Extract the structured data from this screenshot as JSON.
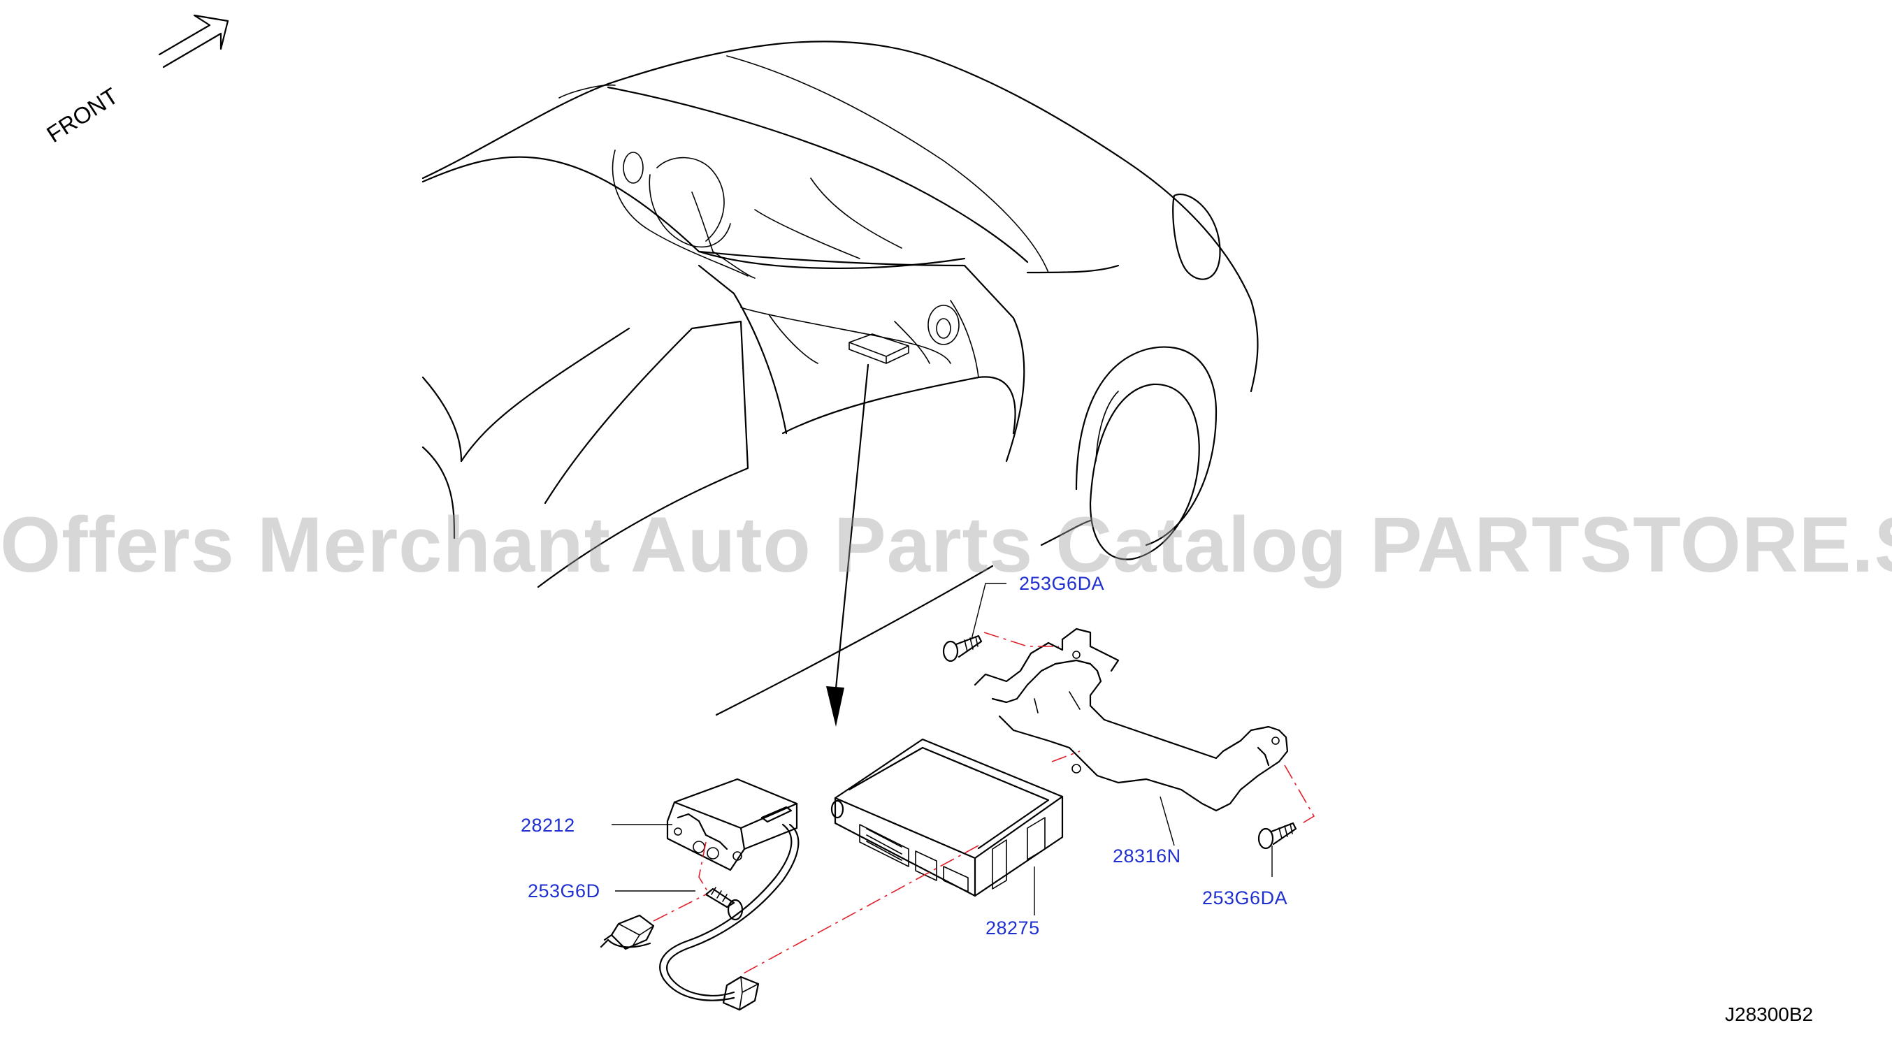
{
  "orientation": {
    "front_label": "FRONT",
    "icon": "front-arrow-icon"
  },
  "watermark": "Offers Merchant Auto Parts Catalog PARTSTORE.SA",
  "diagram_code": "J28300B2",
  "parts": {
    "screw_top": "253G6DA",
    "bracket": "28316N",
    "screw_right": "253G6DA",
    "module": "28275",
    "unit": "28212",
    "screw_small": "253G6D"
  },
  "colors": {
    "label": "#1f2fd0",
    "leader_dash": "#e0202a",
    "line": "#000000"
  }
}
